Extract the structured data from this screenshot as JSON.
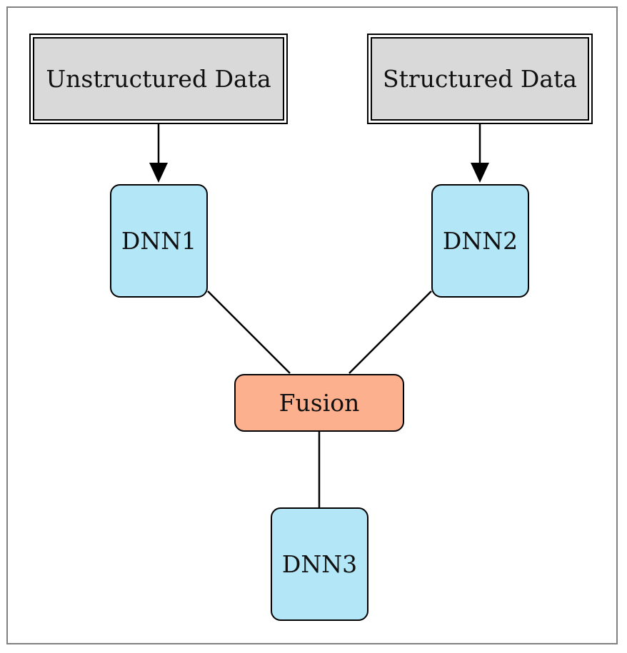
{
  "diagram": {
    "nodes": {
      "unstructured": {
        "label": "Unstructured Data",
        "kind": "input"
      },
      "structured": {
        "label": "Structured Data",
        "kind": "input"
      },
      "dnn1": {
        "label": "DNN1",
        "kind": "network"
      },
      "dnn2": {
        "label": "DNN2",
        "kind": "network"
      },
      "fusion": {
        "label": "Fusion",
        "kind": "fusion"
      },
      "dnn3": {
        "label": "DNN3",
        "kind": "network"
      }
    },
    "edges": [
      {
        "from": "unstructured",
        "to": "dnn1",
        "directed": true
      },
      {
        "from": "structured",
        "to": "dnn2",
        "directed": true
      },
      {
        "from": "dnn1",
        "to": "fusion",
        "directed": false
      },
      {
        "from": "dnn2",
        "to": "fusion",
        "directed": false
      },
      {
        "from": "fusion",
        "to": "dnn3",
        "directed": false
      }
    ],
    "colors": {
      "input_fill": "#d9d9d9",
      "network_fill": "#b3e6f7",
      "fusion_fill": "#fdb08e",
      "stroke": "#000000",
      "frame": "#808080"
    }
  }
}
